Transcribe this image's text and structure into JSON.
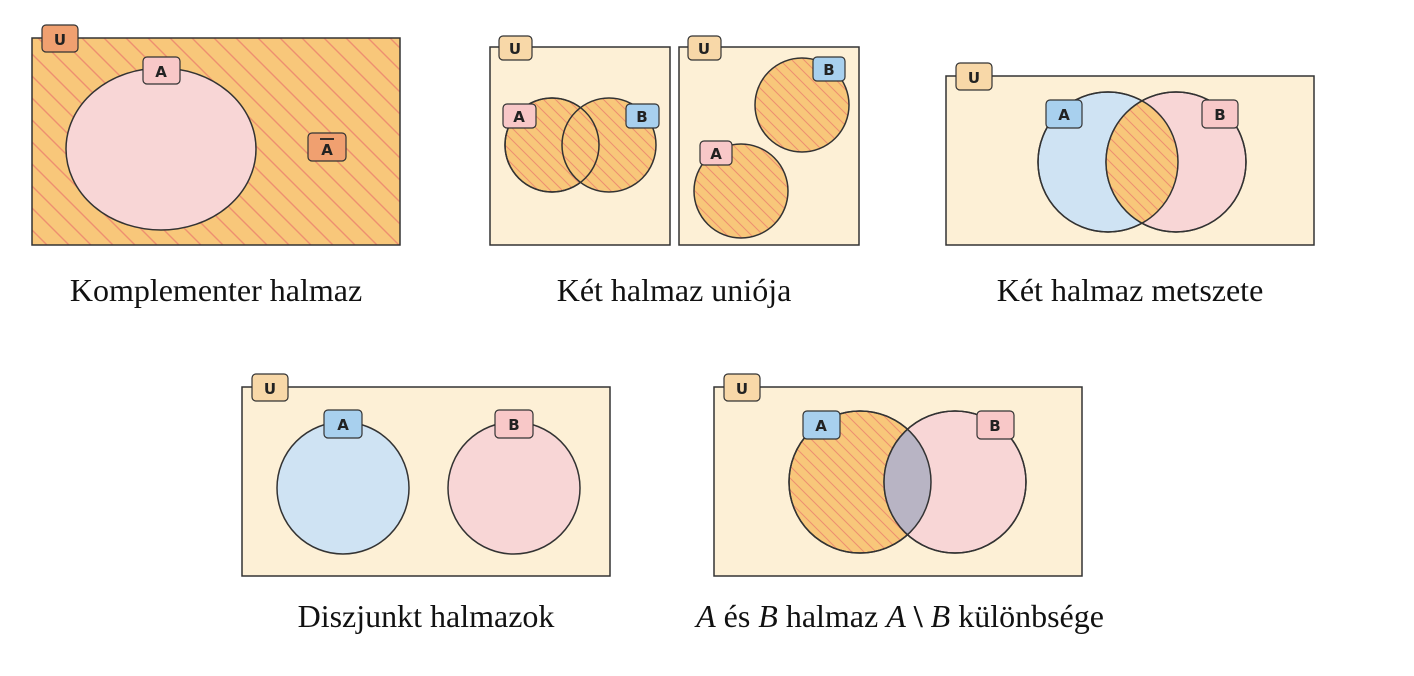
{
  "labels": {
    "universe": "U",
    "set_a": "A",
    "set_b": "B",
    "complement": "A"
  },
  "captions": {
    "complement": "Komplementer halmaz",
    "union": "Két halmaz uniója",
    "intersection": "Két halmaz metszete",
    "disjoint": "Diszjunkt halmazok",
    "difference": {
      "set_a": "A",
      "text1": " és ",
      "set_b": "B",
      "text2": " halmaz ",
      "expr_a": "A",
      "expr_op": " \\ ",
      "expr_b": "B",
      "text3": " különbsége"
    }
  },
  "colors": {
    "universe_fill": "#fdf0d6",
    "hatched_fill": "#f8c77a",
    "hatch_line": "#ee8f70",
    "set_pink": "#f8d6d6",
    "set_blue": "#cfe3f3",
    "overlap_gray": "#b8b4c4",
    "tag_universe": "#f8d8a8",
    "tag_complement": "#f0a070",
    "tag_a": "#f8c8c8",
    "tag_b": "#a8d0ee",
    "outline": "#333333"
  }
}
